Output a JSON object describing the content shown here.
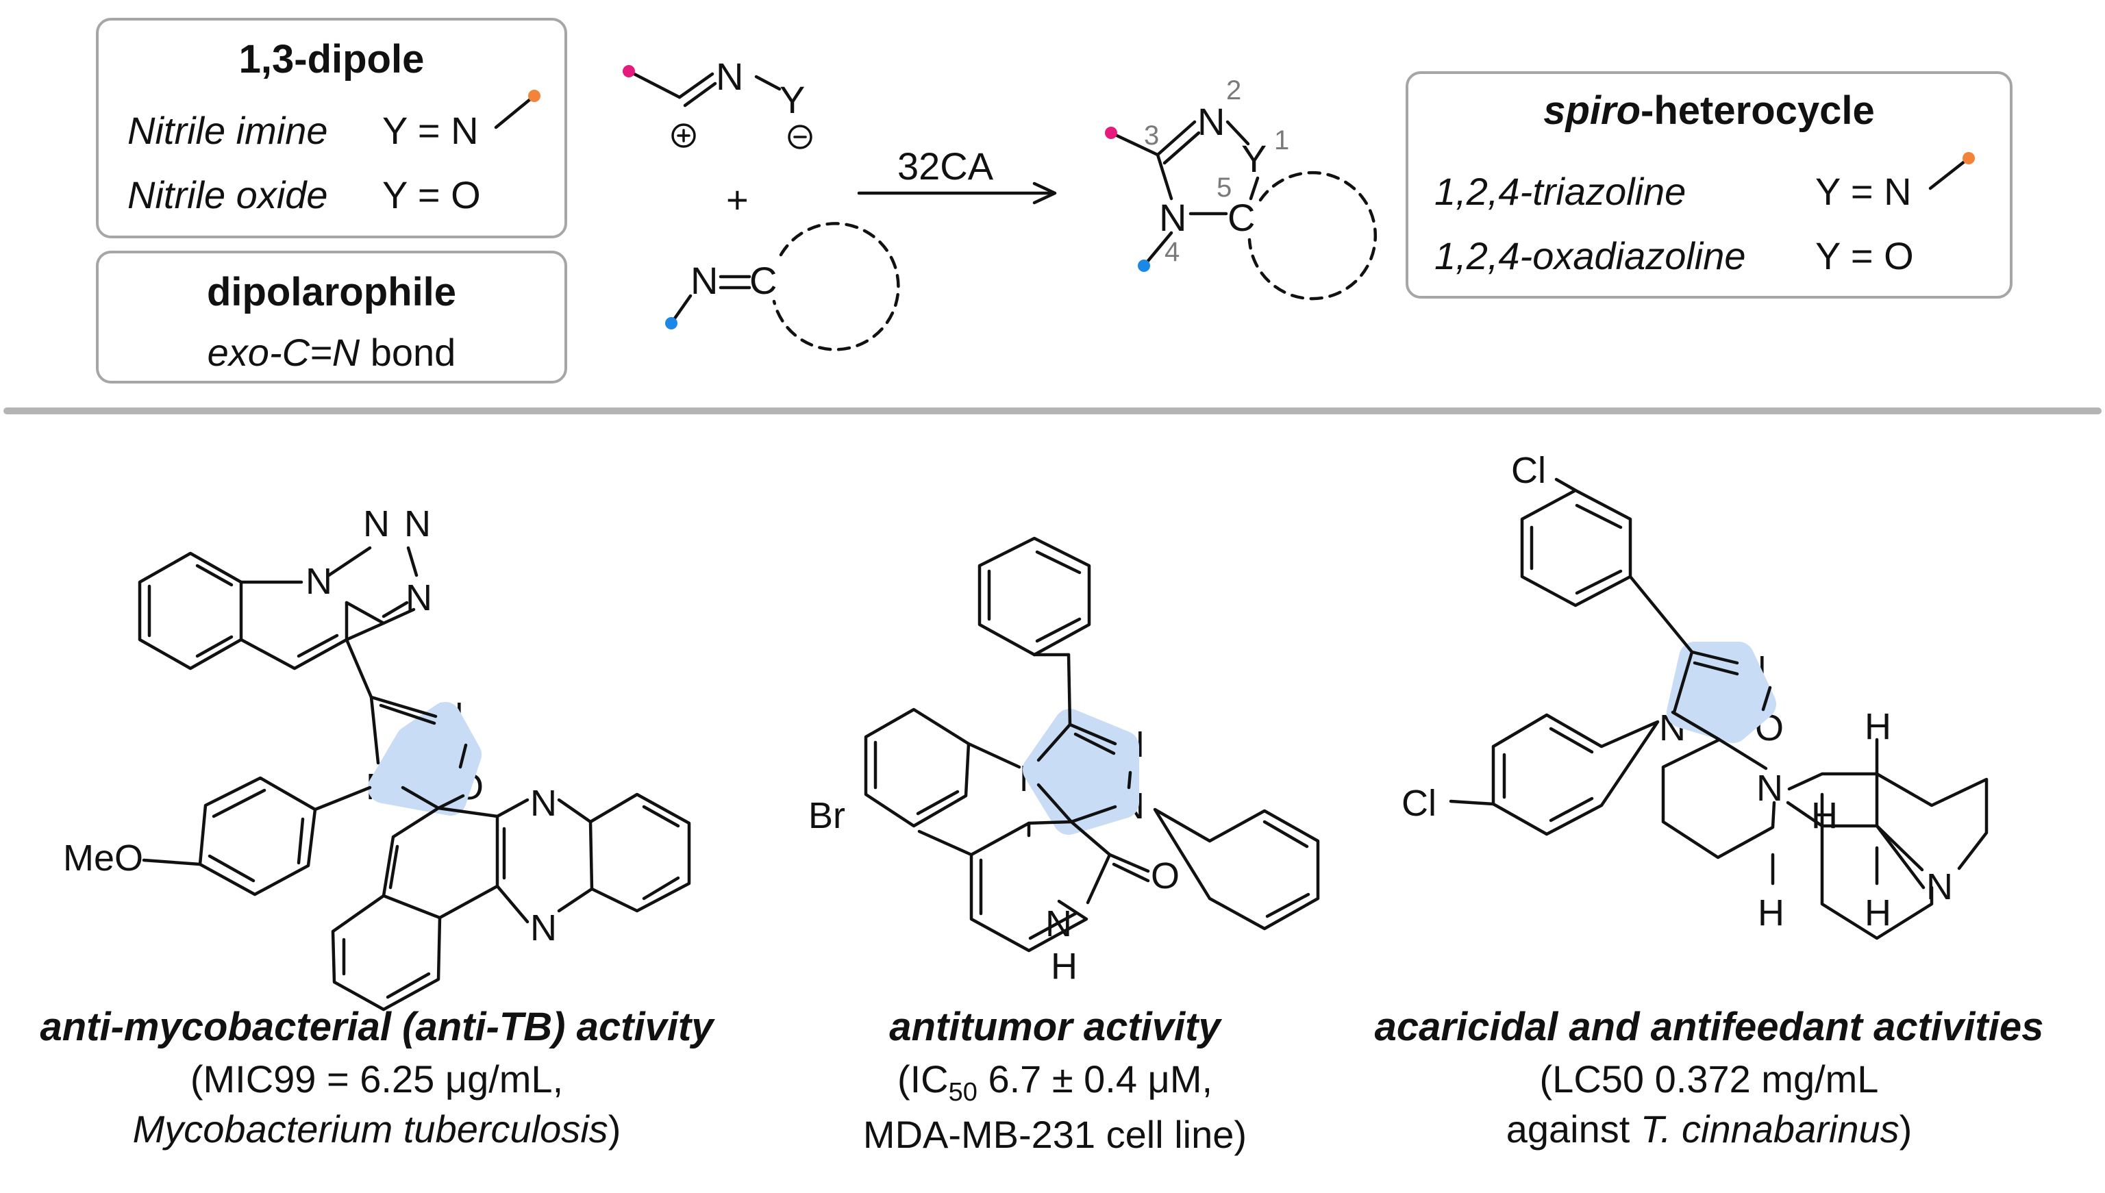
{
  "top": {
    "dipole_box": {
      "title": "1,3-dipole",
      "row1_name": "Nitrile imine",
      "row1_eq": "Y = N",
      "row2_name": "Nitrile oxide",
      "row2_eq": "Y = O"
    },
    "dipolarophile_box": {
      "title": "dipolarophile",
      "line_italic": "exo-C=N",
      "line_rest": " bond"
    },
    "reaction": {
      "plus": "+",
      "arrow_label": "32CA",
      "dipole_atoms": {
        "n": "N",
        "y": "Y",
        "plus_charge": "+",
        "minus_charge": "−"
      },
      "dipolarophile_atoms": {
        "n": "N",
        "c": "C"
      },
      "product_atoms": {
        "n2": "N",
        "y1": "Y",
        "n4": "N",
        "c5": "C"
      },
      "ring_numbers": [
        "1",
        "2",
        "3",
        "4",
        "5"
      ]
    },
    "spiro_box": {
      "title_italic": "spiro",
      "title_rest": "-heterocycle",
      "row1_name": "1,2,4-triazoline",
      "row1_eq": "Y = N",
      "row2_name": "1,2,4-oxadiazoline",
      "row2_eq": "Y = O"
    }
  },
  "compounds": [
    {
      "activity": "anti-mycobacterial (anti-TB) activity",
      "line2": "(MIC99 = 6.25 μg/mL,",
      "line3_italic": "Mycobacterium tuberculosis",
      "line3_rest": ")",
      "labels": {
        "n": "N",
        "o": "O",
        "meo": "MeO"
      }
    },
    {
      "activity": "antitumor activity",
      "line2_pre": "(IC",
      "line2_sub": "50",
      "line2_post": " 6.7 ± 0.4 μM,",
      "line3": "MDA-MB-231 cell line)",
      "labels": {
        "n": "N",
        "o": "O",
        "br": "Br",
        "h": "H"
      }
    },
    {
      "activity": "acaricidal and antifeedant activities",
      "line2": "(LC50 0.372 mg/mL",
      "line3_pre": "against ",
      "line3_italic": "T. cinnabarinus",
      "line3_rest": ")",
      "labels": {
        "n": "N",
        "o": "O",
        "cl": "Cl",
        "h": "H"
      }
    }
  ],
  "colors": {
    "pink_dot": "#e6197c",
    "blue_dot": "#1b87e6",
    "orange_dot": "#f3823b",
    "ring_highlight": "#c9dcf5",
    "box_border": "#a6a6a6",
    "divider": "#b4b4b4"
  }
}
